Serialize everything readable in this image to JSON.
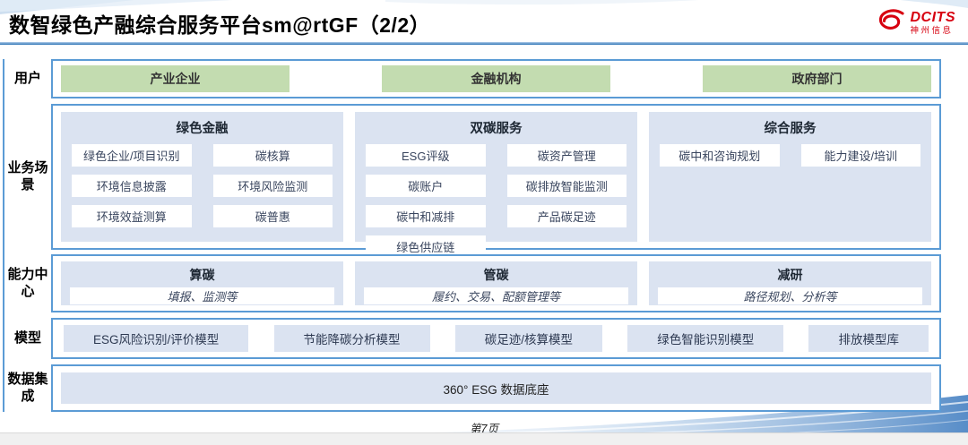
{
  "header": {
    "title": "数智绿色产融综合服务平台sm@rtGF（2/2）",
    "logo": {
      "brand": "DCITS",
      "sub": "神州信息"
    }
  },
  "rows": {
    "users": {
      "label": "用户",
      "items": [
        "产业企业",
        "金融机构",
        "政府部门"
      ]
    },
    "scenarios": {
      "label": "业务场景",
      "columns": [
        {
          "title": "绿色金融",
          "items": [
            "绿色企业/项目识别",
            "碳核算",
            "环境信息披露",
            "环境风险监测",
            "环境效益测算",
            "碳普惠"
          ]
        },
        {
          "title": "双碳服务",
          "items": [
            "ESG评级",
            "碳资产管理",
            "碳账户",
            "碳排放智能监测",
            "碳中和减排",
            "产品碳足迹",
            "绿色供应链"
          ]
        },
        {
          "title": "综合服务",
          "items": [
            "碳中和咨询规划",
            "能力建设/培训"
          ]
        }
      ]
    },
    "capabilities": {
      "label": "能力中心",
      "items": [
        {
          "title": "算碳",
          "desc": "填报、监测等"
        },
        {
          "title": "管碳",
          "desc": "履约、交易、配额管理等"
        },
        {
          "title": "减研",
          "desc": "路径规划、分析等"
        }
      ]
    },
    "models": {
      "label": "模型",
      "items": [
        "ESG风险识别/评价模型",
        "节能降碳分析模型",
        "碳足迹/核算模型",
        "绿色智能识别模型",
        "排放模型库"
      ]
    },
    "data": {
      "label": "数据集成",
      "items": [
        "360° ESG 数据底座"
      ]
    }
  },
  "footer": {
    "page": "第7页"
  },
  "colors": {
    "accent_border": "#5b9bd5",
    "panel_blue": "#dbe3f1",
    "user_green": "#c3dcb0",
    "title_underline": "#2e75b6",
    "brand_red": "#d7000f"
  }
}
